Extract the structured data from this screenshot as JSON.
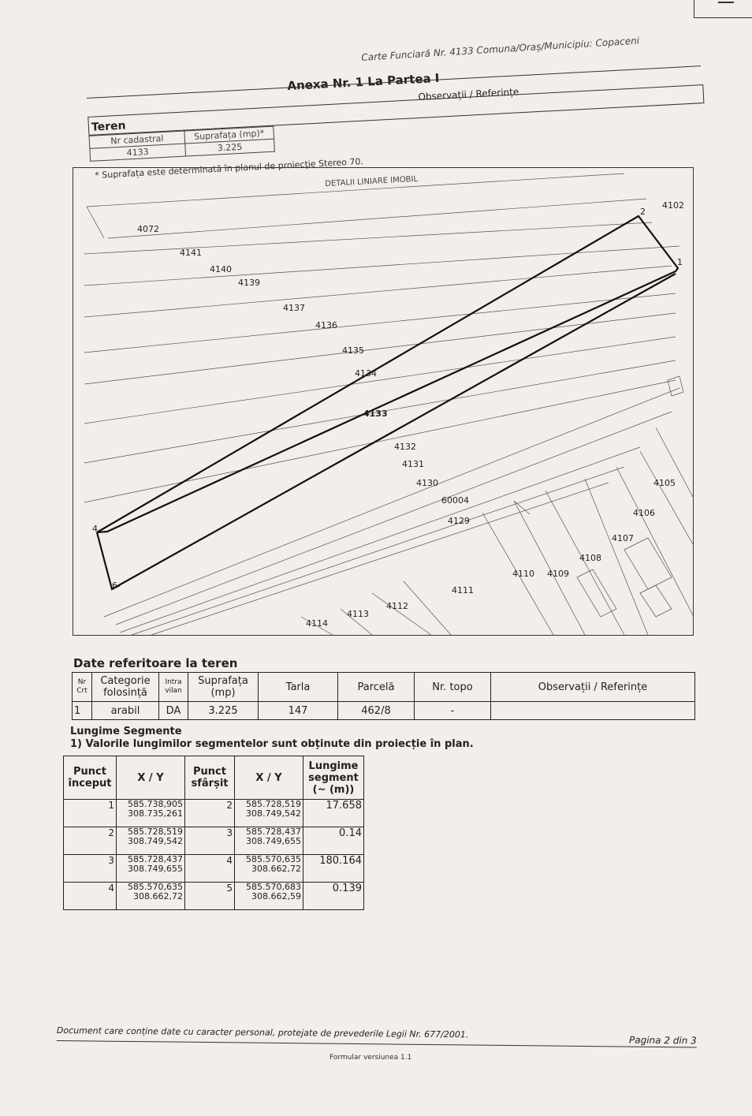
{
  "header": {
    "carte_funciara": "Carte Funciară Nr. 4133 Comuna/Oraș/Municipiu: Copaceni",
    "anexa": "Anexa Nr. 1 La Partea I"
  },
  "teren": {
    "label": "Teren",
    "observatii_label": "Observații / Referințe",
    "columns": [
      "Nr cadastral",
      "Suprafața (mp)*"
    ],
    "values": [
      "4133",
      "3.225"
    ],
    "note": "* Suprafața este determinată în planul de proiecție Stereo 70."
  },
  "map": {
    "title": "DETALII LINIARE IMOBIL",
    "main_parcel": "4133",
    "points": [
      "1",
      "2",
      "4",
      "6"
    ],
    "parcels": [
      "4102",
      "4072",
      "4141",
      "4140",
      "4139",
      "4137",
      "4136",
      "4135",
      "4134",
      "4132",
      "4131",
      "4130",
      "60004",
      "4129",
      "4105",
      "4106",
      "4107",
      "4108",
      "4110",
      "4109",
      "4111",
      "4112",
      "4113",
      "4114"
    ]
  },
  "date_teren": {
    "title": "Date referitoare la teren",
    "headers": {
      "nr_crt": "Nr Crt",
      "categorie": "Categorie folosință",
      "intravilan": "Intra vilan",
      "suprafata": "Suprafața (mp)",
      "tarla": "Tarla",
      "parcela": "Parcelă",
      "nr_topo": "Nr. topo",
      "observatii": "Observații / Referințe"
    },
    "row": {
      "nr_crt": "1",
      "categorie": "arabil",
      "intravilan": "DA",
      "suprafata": "3.225",
      "tarla": "147",
      "parcela": "462/8",
      "nr_topo": "-",
      "observatii": ""
    }
  },
  "lungime_segmente": {
    "title": "Lungime Segmente",
    "subtitle": "1) Valorile lungimilor segmentelor sunt obținute din proiecție în plan.",
    "headers": {
      "punct_inceput": "Punct început",
      "xy1": "X / Y",
      "punct_sfarsit": "Punct sfârșit",
      "xy2": "X / Y",
      "lungime": "Lungime segment (~ (m))"
    },
    "rows": [
      {
        "start": "1",
        "xy_start": [
          "585.738,905",
          "308.735,261"
        ],
        "end": "2",
        "xy_end": [
          "585.728,519",
          "308.749,542"
        ],
        "length": "17.658"
      },
      {
        "start": "2",
        "xy_start": [
          "585.728,519",
          "308.749,542"
        ],
        "end": "3",
        "xy_end": [
          "585.728,437",
          "308.749,655"
        ],
        "length": "0.14"
      },
      {
        "start": "3",
        "xy_start": [
          "585.728,437",
          "308.749,655"
        ],
        "end": "4",
        "xy_end": [
          "585.570,635",
          "308.662,72"
        ],
        "length": "180.164"
      },
      {
        "start": "4",
        "xy_start": [
          "585.570,635",
          "308.662,72"
        ],
        "end": "5",
        "xy_end": [
          "585.570,683",
          "308.662,59"
        ],
        "length": "0.139"
      }
    ]
  },
  "footer": {
    "note": "Document care conține date cu caracter personal, protejate de prevederile Legii Nr. 677/2001.",
    "page": "Pagina 2 din 3",
    "form": "Formular versiunea 1.1"
  }
}
